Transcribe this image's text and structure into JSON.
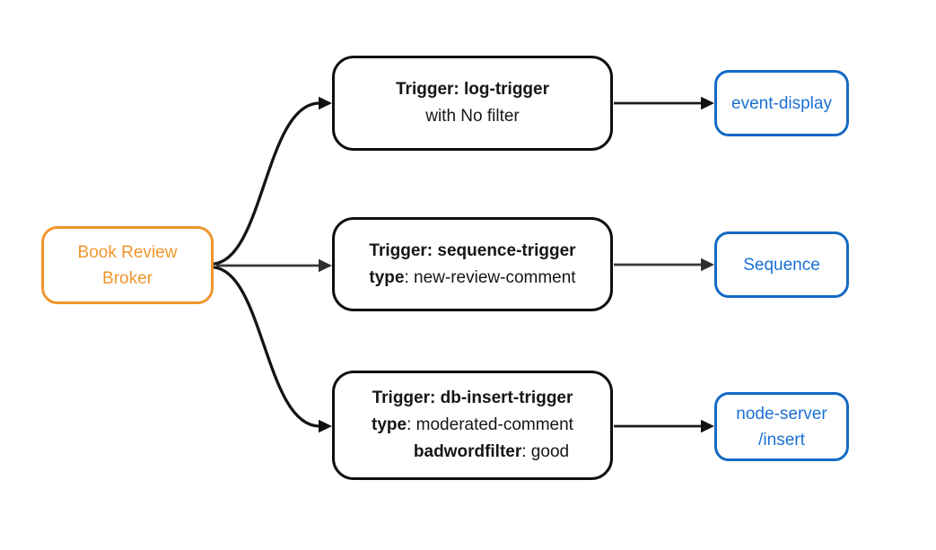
{
  "diagram": {
    "broker": {
      "line1": "Book Review",
      "line2": "Broker"
    },
    "triggers": [
      {
        "line1": "Trigger: log-trigger",
        "line2_rest": "with No filter"
      },
      {
        "line1": "Trigger: sequence-trigger",
        "line2_bold": "type",
        "line2_rest": ": new-review-comment"
      },
      {
        "line1": "Trigger: db-insert-trigger",
        "line2_bold": "type",
        "line2_rest": ": moderated-comment",
        "line3_bold": "badwordfilter",
        "line3_rest": ": good"
      }
    ],
    "sinks": [
      {
        "line1": "event-display"
      },
      {
        "line1": "Sequence"
      },
      {
        "line1": "node-server",
        "line2": "/insert"
      }
    ],
    "colors": {
      "broker_orange": "#F0962D",
      "sink_blue": "#1569C4",
      "trigger_border_black": "#0F0F0F",
      "edge_black": "#141414",
      "edge_gray": "#383838",
      "background": "#FFFFFF"
    }
  }
}
